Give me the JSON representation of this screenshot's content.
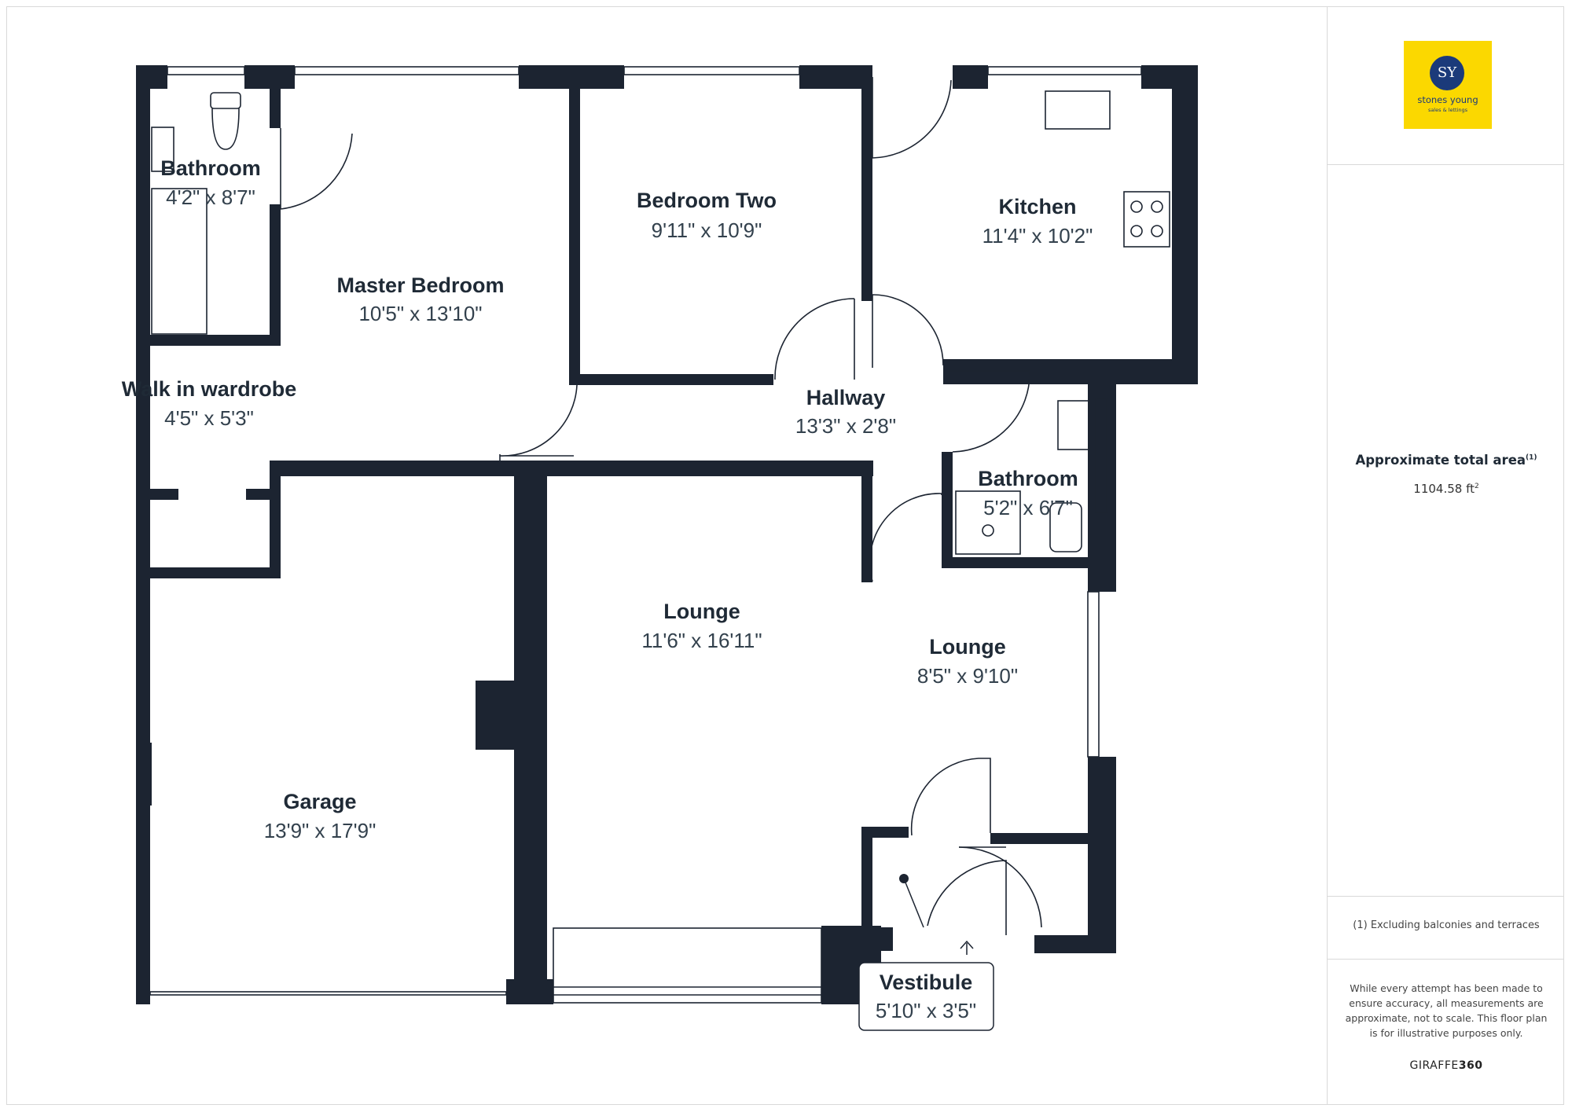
{
  "rooms": [
    {
      "id": "bathroom-1",
      "name": "Bathroom",
      "dims": "4'2\" x 8'7\""
    },
    {
      "id": "master-bedroom",
      "name": "Master Bedroom",
      "dims": "10'5\" x 13'10\""
    },
    {
      "id": "bedroom-two",
      "name": "Bedroom Two",
      "dims": "9'11\" x 10'9\""
    },
    {
      "id": "kitchen",
      "name": "Kitchen",
      "dims": "11'4\" x 10'2\""
    },
    {
      "id": "walk-in-wardrobe",
      "name": "Walk in wardrobe",
      "dims": "4'5\" x 5'3\""
    },
    {
      "id": "hallway",
      "name": "Hallway",
      "dims": "13'3\" x 2'8\""
    },
    {
      "id": "bathroom-2",
      "name": "Bathroom",
      "dims": "5'2\" x 6'7\""
    },
    {
      "id": "lounge-1",
      "name": "Lounge",
      "dims": "11'6\" x 16'11\""
    },
    {
      "id": "lounge-2",
      "name": "Lounge",
      "dims": "8'5\" x 9'10\""
    },
    {
      "id": "garage",
      "name": "Garage",
      "dims": "13'9\" x 17'9\""
    },
    {
      "id": "vestibule",
      "name": "Vestibule",
      "dims": "5'10\" x 3'5\""
    }
  ],
  "logo": {
    "initials": "SY",
    "name": "stones young",
    "tagline": "sales & lettings"
  },
  "area": {
    "title": "Approximate total area",
    "title_sup": "(1)",
    "value": "1104.58 ft",
    "value_sup": "2"
  },
  "footnote": "(1) Excluding balconies and terraces",
  "disclaimer": "While every attempt has been made to ensure accuracy, all measurements are approximate, not to scale. This floor plan is for illustrative purposes only.",
  "brand": {
    "part1": "GIRAFFE",
    "part2": "360"
  },
  "colors": {
    "wall": "#1c2431",
    "logo_bg": "#fbd800",
    "logo_circle": "#1b3a7a",
    "frame": "#d9d9d9"
  }
}
